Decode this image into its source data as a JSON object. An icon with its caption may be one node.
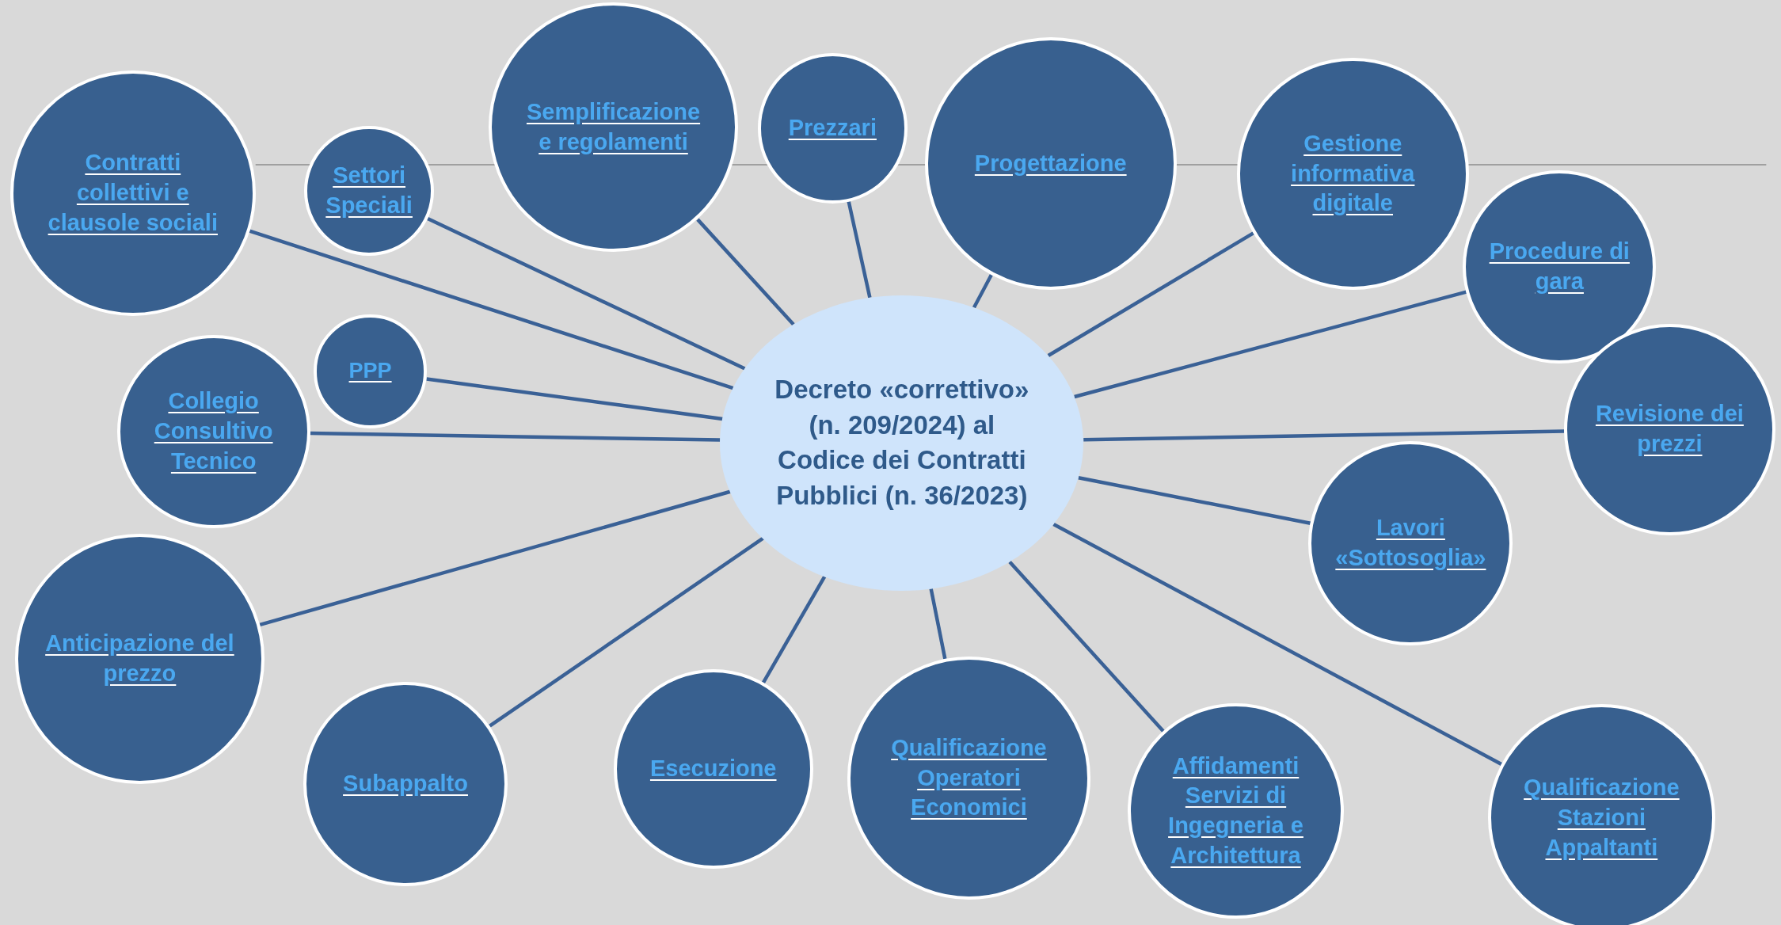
{
  "diagram": {
    "nodes": [
      {
        "text": [
          "Decreto «correttivo» (n. 209/2024)  al Codice dei Contratti Pubblici (n. 36/2023)"
        ]
      },
      {
        "text": [
          "Contratti collettivi e clausole sociali"
        ]
      },
      {
        "text": [
          "Settori Speciali"
        ]
      },
      {
        "text": [
          "Semplificazione e regolamenti"
        ]
      },
      {
        "text": [
          "Prezzari"
        ]
      },
      {
        "text": [
          "Progettazione"
        ]
      },
      {
        "text": [
          "Gestione informativa digitale"
        ]
      },
      {
        "text": [
          "Procedure di gara"
        ]
      },
      {
        "text": [
          "Revisione dei prezzi"
        ]
      },
      {
        "text": [
          "PPP"
        ]
      },
      {
        "text": [
          "Collegio Consultivo Tecnico"
        ]
      },
      {
        "text": [
          "Lavori «Sottosoglia»"
        ]
      },
      {
        "text": [
          "Anticipazione del prezzo"
        ]
      },
      {
        "text": [
          "Subappalto"
        ]
      },
      {
        "text": [
          "Esecuzione"
        ]
      },
      {
        "text": [
          "Qualificazione Operatori Economici"
        ]
      },
      {
        "text": [
          "Affidamenti Servizi di Ingegneria e Architettura"
        ]
      },
      {
        "text": [
          "Qualificazione Stazioni Appaltanti"
        ]
      }
    ],
    "edges": [
      {
        "from": 0,
        "to": 1,
        "arrow": "none"
      },
      {
        "from": 0,
        "to": 2,
        "arrow": "none"
      },
      {
        "from": 0,
        "to": 3,
        "arrow": "none"
      },
      {
        "from": 0,
        "to": 4,
        "arrow": "none"
      },
      {
        "from": 0,
        "to": 5,
        "arrow": "none"
      },
      {
        "from": 0,
        "to": 6,
        "arrow": "none"
      },
      {
        "from": 0,
        "to": 7,
        "arrow": "none"
      },
      {
        "from": 0,
        "to": 8,
        "arrow": "none"
      },
      {
        "from": 0,
        "to": 9,
        "arrow": "none"
      },
      {
        "from": 0,
        "to": 10,
        "arrow": "none"
      },
      {
        "from": 0,
        "to": 11,
        "arrow": "none"
      },
      {
        "from": 0,
        "to": 12,
        "arrow": "none"
      },
      {
        "from": 0,
        "to": 13,
        "arrow": "none"
      },
      {
        "from": 0,
        "to": 14,
        "arrow": "none"
      },
      {
        "from": 0,
        "to": 15,
        "arrow": "none"
      },
      {
        "from": 0,
        "to": 16,
        "arrow": "none"
      },
      {
        "from": 0,
        "to": 17,
        "arrow": "none"
      }
    ]
  }
}
